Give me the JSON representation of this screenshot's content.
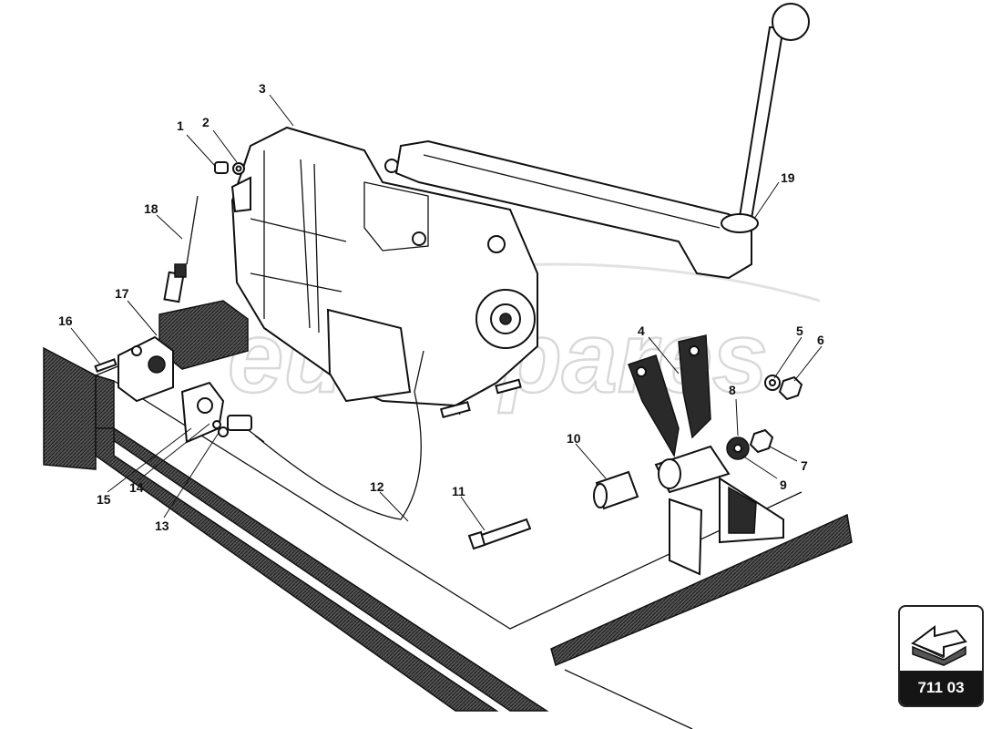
{
  "watermark": "eurospares",
  "callouts": [
    {
      "id": "1",
      "label": "1"
    },
    {
      "id": "2",
      "label": "2"
    },
    {
      "id": "3",
      "label": "3"
    },
    {
      "id": "4",
      "label": "4"
    },
    {
      "id": "5",
      "label": "5"
    },
    {
      "id": "6",
      "label": "6"
    },
    {
      "id": "7",
      "label": "7"
    },
    {
      "id": "8",
      "label": "8"
    },
    {
      "id": "9",
      "label": "9"
    },
    {
      "id": "10",
      "label": "10"
    },
    {
      "id": "11",
      "label": "11"
    },
    {
      "id": "12",
      "label": "12"
    },
    {
      "id": "13",
      "label": "13"
    },
    {
      "id": "14",
      "label": "14"
    },
    {
      "id": "15",
      "label": "15"
    },
    {
      "id": "16",
      "label": "16"
    },
    {
      "id": "17",
      "label": "17"
    },
    {
      "id": "18",
      "label": "18"
    },
    {
      "id": "19",
      "label": "19"
    }
  ],
  "reference_badge": {
    "code": "711 03",
    "icon": "arrow-left-icon"
  },
  "colors": {
    "line": "#111111",
    "badge_bg": "#151515",
    "badge_text": "#ffffff",
    "watermark": "#d9d9d9"
  }
}
